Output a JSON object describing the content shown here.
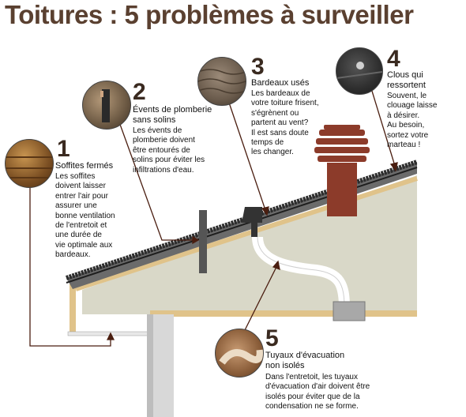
{
  "title": "Toitures : 5 problèmes à surveiller",
  "items": [
    {
      "num": "1",
      "heading_lines": [
        "Soffites fermés"
      ],
      "body_lines": [
        "Les soffites",
        "doivent laisser",
        "entrer l'air pour",
        "assurer une",
        "bonne ventilation",
        "de l'entretoit et",
        "une durée de",
        "vie optimale aux",
        "bardeaux."
      ],
      "photo_icon": "soffit-photo"
    },
    {
      "num": "2",
      "heading_lines": [
        "Évents de plomberie",
        "sans solins"
      ],
      "body_lines": [
        "Les évents de",
        "plomberie doivent",
        "être entourés de",
        "solins pour éviter les",
        "infiltrations d'eau."
      ],
      "photo_icon": "plumbing-vent-photo"
    },
    {
      "num": "3",
      "heading_lines": [
        "Bardeaux usés"
      ],
      "body_lines": [
        "Les bardeaux de",
        "votre toiture frisent,",
        "s'égrènent ou",
        "partent au vent?",
        "Il est sans doute",
        "temps de",
        "les changer."
      ],
      "photo_icon": "worn-shingles-photo"
    },
    {
      "num": "4",
      "heading_lines": [
        "Clous qui",
        "ressortent"
      ],
      "body_lines": [
        "Souvent, le",
        "clouage laisse",
        "à désirer.",
        "Au besoin,",
        "sortez votre",
        "marteau !"
      ],
      "photo_icon": "nail-photo"
    },
    {
      "num": "5",
      "heading_lines": [
        "Tuyaux d'évacuation",
        "non isolés"
      ],
      "body_lines": [
        "Dans l'entretoit, les tuyaux",
        "d'évacuation d'air doivent être",
        "isolés pour éviter que de la",
        "condensation ne se forme."
      ],
      "photo_icon": "insulated-duct-photo"
    }
  ],
  "colors": {
    "title": "#5a4030",
    "attic_wall": "#d9d8c8",
    "rafter": "#e0c38a",
    "shingles": "#2d2d2d",
    "chimney": "#8c3b2a",
    "duct": "#ffffff"
  }
}
